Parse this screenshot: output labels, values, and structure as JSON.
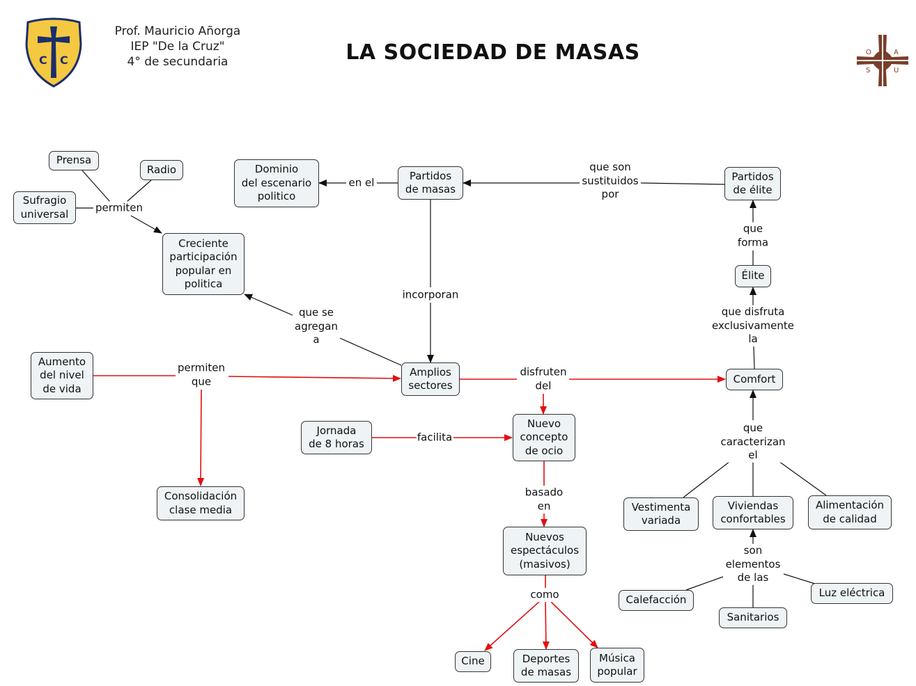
{
  "header": {
    "author_line1": "Prof. Mauricio Añorga",
    "author_line2": "IEP \"De la Cruz\"",
    "author_line3": "4° de secundaria",
    "title": "LA SOCIEDAD DE MASAS",
    "logo_left_icon": "school-shield-cross-icon",
    "logo_left_letters": "C C",
    "logo_right_icon": "oasu-cross-icon",
    "logo_right_letters": [
      "O",
      "A",
      "S",
      "U"
    ]
  },
  "colors": {
    "node_fill": "#eef3f5",
    "node_border": "#333333",
    "black_link": "#111111",
    "red_link": "#e01010",
    "shield_gold": "#f5c842",
    "shield_navy": "#1c2f6b",
    "oasu_brown": "#7a3e2a"
  },
  "nodes": {
    "prensa": "Prensa",
    "radio": "Radio",
    "sufragio": "Sufragio\nuniversal",
    "creciente": "Creciente\nparticipación\npopular en\npolitica",
    "dominio": "Dominio\ndel escenario\npolitico",
    "partidos_masas": "Partidos\nde masas",
    "partidos_elite": "Partidos\nde élite",
    "elite": "Élite",
    "aumento": "Aumento\ndel nivel\nde vida",
    "amplios": "Amplios\nsectores",
    "comfort": "Comfort",
    "consolidacion": "Consolidación\nclase media",
    "jornada": "Jornada\nde 8 horas",
    "nuevo_ocio": "Nuevo\nconcepto\nde ocio",
    "vestimenta": "Vestimenta\nvariada",
    "viviendas": "Viviendas\nconfortables",
    "alimentacion": "Alimentación\nde calidad",
    "espectaculos": "Nuevos\nespectáculos\n(masivos)",
    "calefaccion": "Calefacción",
    "sanitarios": "Sanitarios",
    "luz": "Luz eléctrica",
    "cine": "Cine",
    "deportes": "Deportes\nde masas",
    "musica": "Música\npopular"
  },
  "link_labels": {
    "permiten_1": "permiten",
    "en_el": "en el",
    "sustituidos": "que son\nsustituidos\npor",
    "que_forma": "que\nforma",
    "incorporan": "incorporan",
    "que_se_agregan": "que se\nagregan\na",
    "que_disfruta": "que disfruta\nexclusivamente\nla",
    "permiten_que": "permiten\nque",
    "disfruten_del": "disfruten\ndel",
    "facilita": "facilita",
    "caracterizan": "que\ncaracterizan\nel",
    "basado_en": "basado\nen",
    "son_elementos": "son\nelementos\nde las",
    "como": "como"
  }
}
